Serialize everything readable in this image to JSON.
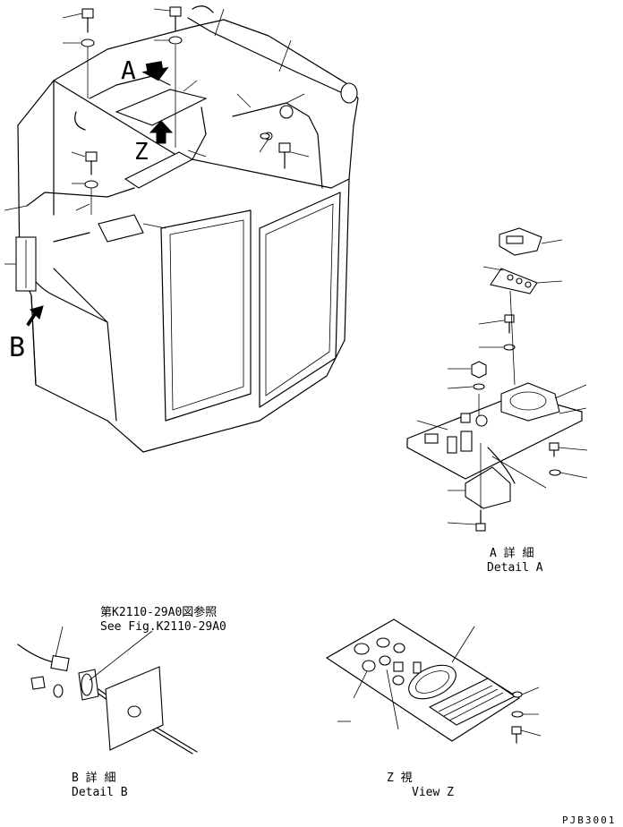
{
  "views": {
    "main": {
      "letter_a": "A",
      "letter_z": "Z",
      "letter_b": "B"
    },
    "detail_a": {
      "jp": "A 詳 細",
      "en": "Detail A"
    },
    "detail_b": {
      "jp": "B 詳 細",
      "en": "Detail B",
      "ref_jp": "第K2110-29A0図参照",
      "ref_en": "See Fig.K2110-29A0"
    },
    "view_z": {
      "jp": "Z 視",
      "en": "View Z"
    }
  },
  "drawing_code": "PJB3001"
}
